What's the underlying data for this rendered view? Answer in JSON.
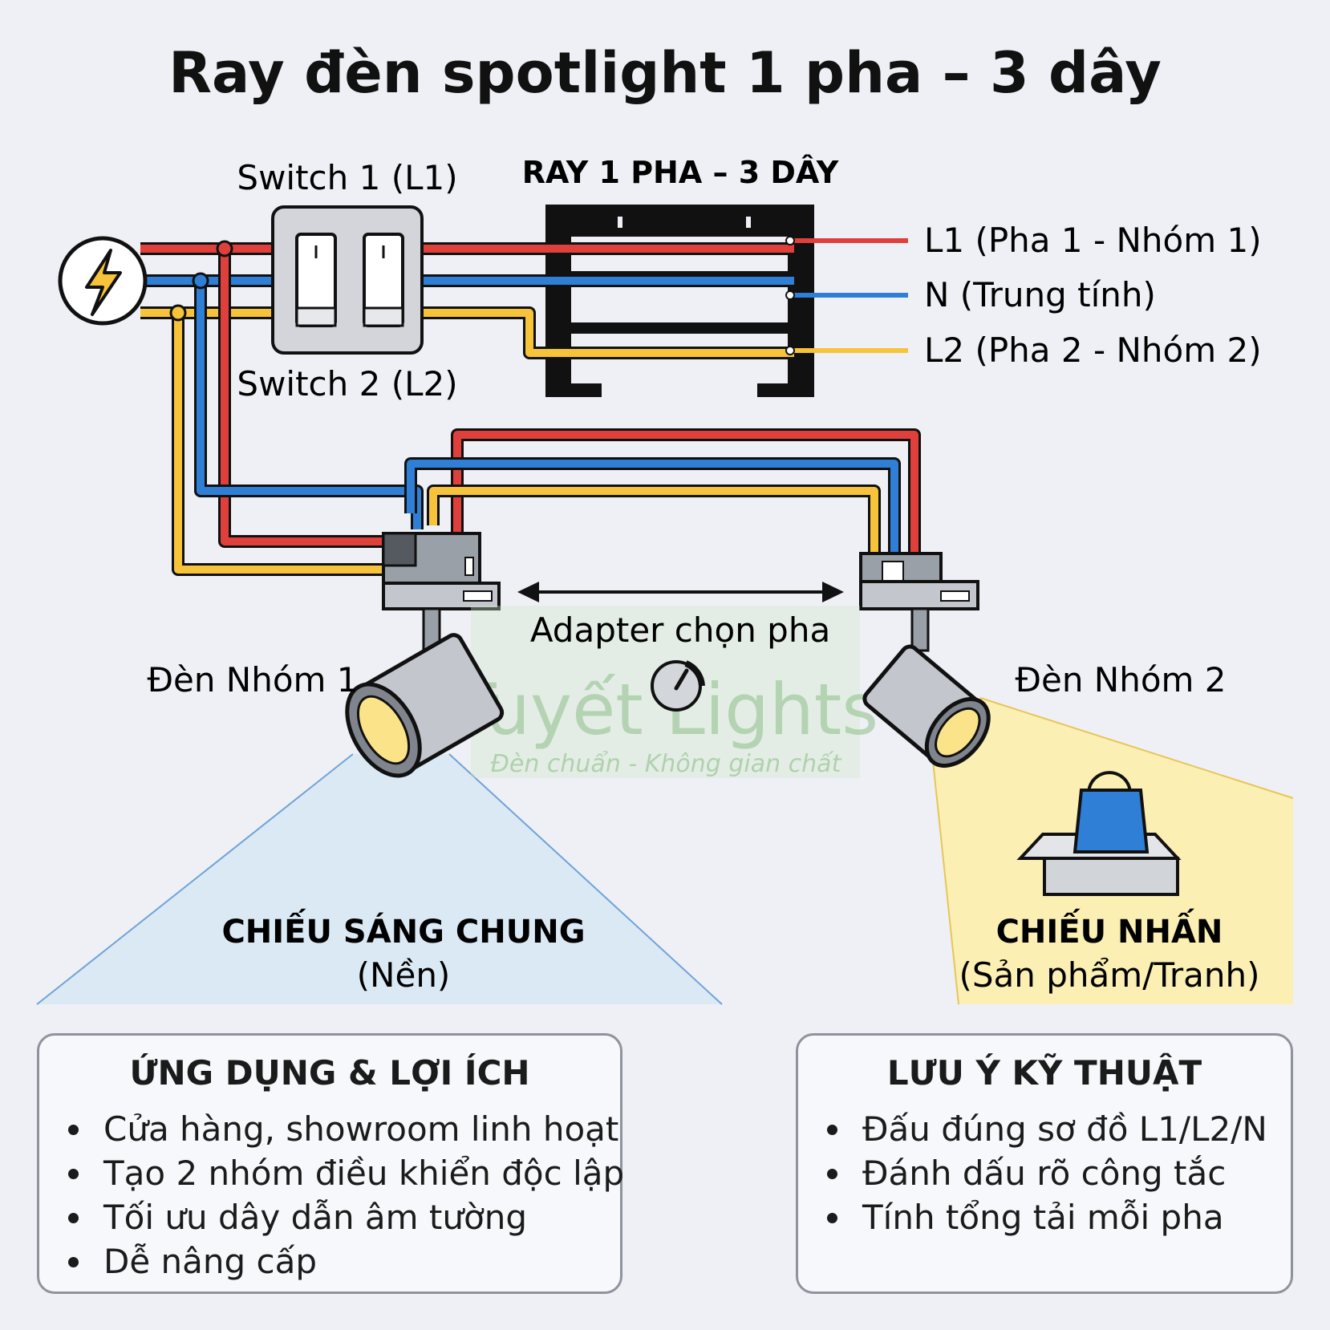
{
  "title": "Ray đèn spotlight 1 pha – 3 dây",
  "labels": {
    "switch1": "Switch 1 (L1)",
    "switch2": "Switch 2 (L2)",
    "rail": "RAY 1 PHA – 3 DÂY",
    "l1": "L1 (Pha 1 - Nhóm 1)",
    "n": "N (Trung tính)",
    "l2": "L2 (Pha 2 - Nhóm 2)",
    "adapter": "Adapter chọn pha",
    "lamp1": "Đèn Nhóm 1",
    "lamp2": "Đèn Nhóm 2",
    "general_title": "CHIẾU SÁNG CHUNG",
    "general_sub": "(Nền)",
    "accent_title": "CHIẾU NHẤN",
    "accent_sub": "(Sản phẩm/Tranh)"
  },
  "watermark": {
    "brand": "Tuyết Lights",
    "slogan": "Đèn chuẩn - Không gian chất"
  },
  "benefits": {
    "title": "ỨNG DỤNG & LỢI ÍCH",
    "items": [
      "Cửa hàng, showroom linh hoạt",
      "Tạo 2 nhóm điều khiển độc lập",
      "Tối ưu dây dẫn âm tường",
      "Dễ nâng cấp"
    ]
  },
  "notes": {
    "title": "LƯU Ý KỸ THUẬT",
    "items": [
      "Đấu đúng sơ đồ L1/L2/N",
      "Đánh dấu rõ công tắc",
      "Tính tổng tải mỗi pha"
    ]
  },
  "colors": {
    "l1": "#e0403c",
    "neutral": "#2f7fd6",
    "l2": "#f6c33a",
    "outline": "#111111",
    "general_beam": "#dbe9f5",
    "accent_beam": "#fbefb4"
  },
  "icons": {
    "power": "lightning-icon",
    "phase_dial": "dial-icon",
    "product": "shopping-bag-icon"
  }
}
